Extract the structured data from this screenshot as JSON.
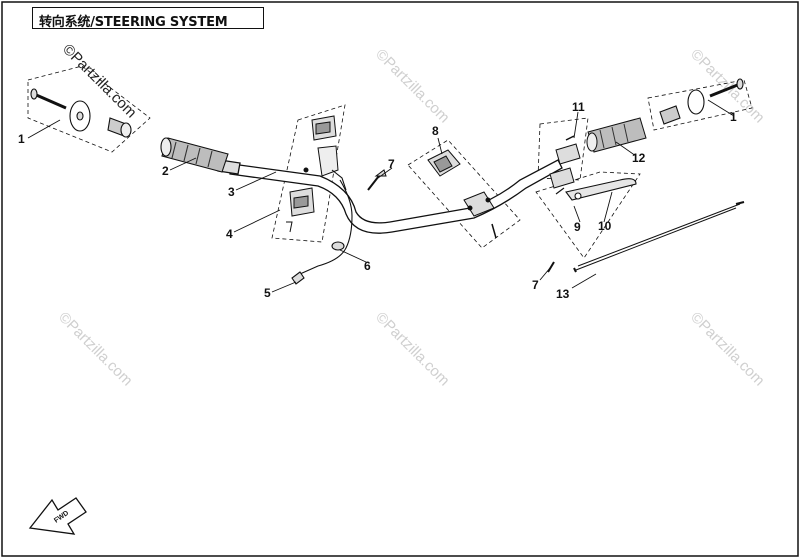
{
  "title": "转向系统/STEERING SYSTEM",
  "watermark": "©Partzilla.com",
  "fwd_label": "FWD",
  "callouts": [
    {
      "id": "c1a",
      "label": "1"
    },
    {
      "id": "c1b",
      "label": "1"
    },
    {
      "id": "c2",
      "label": "2"
    },
    {
      "id": "c3",
      "label": "3"
    },
    {
      "id": "c4",
      "label": "4"
    },
    {
      "id": "c5",
      "label": "5"
    },
    {
      "id": "c6",
      "label": "6"
    },
    {
      "id": "c7a",
      "label": "7"
    },
    {
      "id": "c7b",
      "label": "7"
    },
    {
      "id": "c8",
      "label": "8"
    },
    {
      "id": "c9",
      "label": "9"
    },
    {
      "id": "c10",
      "label": "10"
    },
    {
      "id": "c11",
      "label": "11"
    },
    {
      "id": "c12",
      "label": "12"
    },
    {
      "id": "c13",
      "label": "13"
    }
  ],
  "colors": {
    "line": "#111111",
    "watermark": "#cfcfcf",
    "part_fill": "#e6e6e6"
  }
}
